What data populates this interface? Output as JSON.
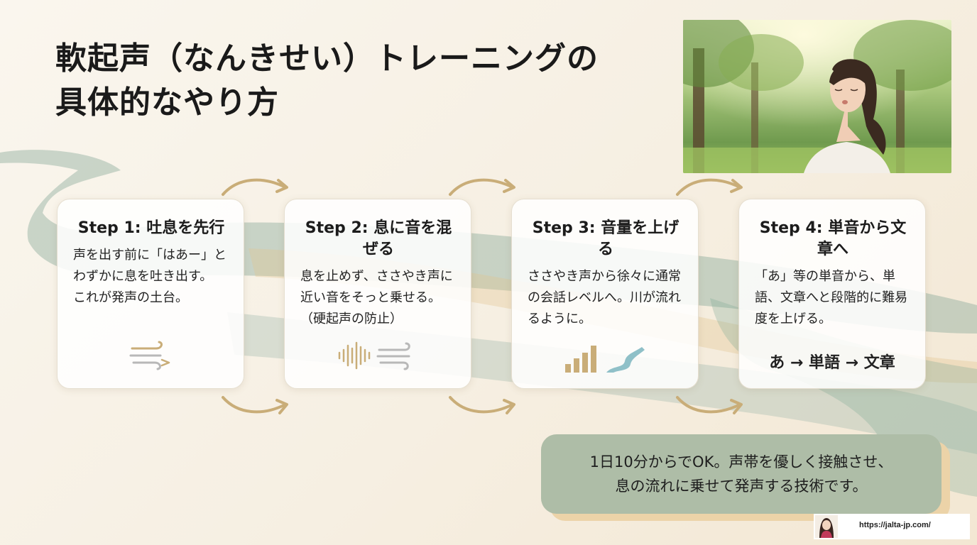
{
  "title": {
    "line1": "軟起声（なんきせい）トレーニングの",
    "line2": "具体的なやり方"
  },
  "photo": {
    "subject": "woman-breathing-in-park"
  },
  "steps": [
    {
      "title": "Step 1: 吐息を先行",
      "body": "声を出す前に「はあー」とわずかに息を吐き出す。\nこれが発声の土台。",
      "icon": "wind-icon"
    },
    {
      "title": "Step 2: 息に音を混ぜる",
      "body": "息を止めず、ささやき声に近い音をそっと乗せる。（硬起声の防止）",
      "icon": "soundwave-wind-icon"
    },
    {
      "title": "Step 3: 音量を上げる",
      "body": "ささやき声から徐々に通常の会話レベルへ。川が流れるように。",
      "icon": "volume-river-icon"
    },
    {
      "title": "Step 4: 単音から文章へ",
      "body": "「あ」等の単音から、単語、文章へと段階的に難易度を上げる。",
      "chain": "あ → 単語 → 文章"
    }
  ],
  "note": {
    "line1": "1日10分からでOK。声帯を優しく接触させ、",
    "line2": "息の流れに乗せて発声する技術です。"
  },
  "footer": {
    "url": "https://jalta-jp.com/"
  },
  "colors": {
    "accent_gold": "#c9ad78",
    "sage": "#aebda7",
    "teal_wash": "#9fb8ac",
    "river_blue": "#8fc0c8",
    "background": "#faf6ee"
  }
}
